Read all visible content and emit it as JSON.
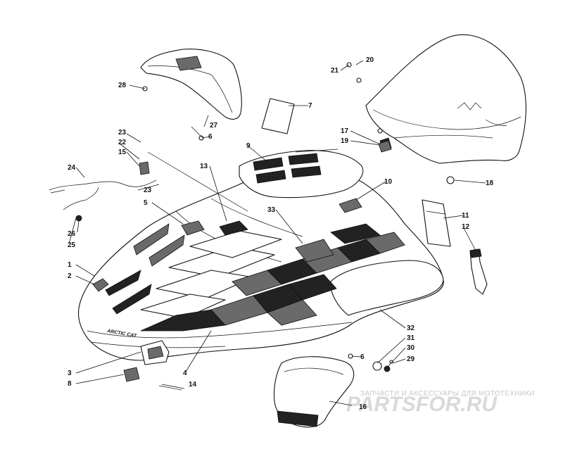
{
  "diagram": {
    "callouts": [
      {
        "id": "c1",
        "label": "1"
      },
      {
        "id": "c2",
        "label": "2"
      },
      {
        "id": "c3",
        "label": "3"
      },
      {
        "id": "c4",
        "label": "4"
      },
      {
        "id": "c5",
        "label": "5"
      },
      {
        "id": "c6a",
        "label": "6"
      },
      {
        "id": "c6b",
        "label": "6"
      },
      {
        "id": "c7",
        "label": "7"
      },
      {
        "id": "c8",
        "label": "8"
      },
      {
        "id": "c9",
        "label": "9"
      },
      {
        "id": "c10",
        "label": "10"
      },
      {
        "id": "c11",
        "label": "11"
      },
      {
        "id": "c12",
        "label": "12"
      },
      {
        "id": "c13",
        "label": "13"
      },
      {
        "id": "c14",
        "label": "14"
      },
      {
        "id": "c15",
        "label": "15"
      },
      {
        "id": "c16",
        "label": "16"
      },
      {
        "id": "c17",
        "label": "17"
      },
      {
        "id": "c18",
        "label": "18"
      },
      {
        "id": "c19",
        "label": "19"
      },
      {
        "id": "c20",
        "label": "20"
      },
      {
        "id": "c21",
        "label": "21"
      },
      {
        "id": "c22",
        "label": "22"
      },
      {
        "id": "c23a",
        "label": "23"
      },
      {
        "id": "c23b",
        "label": "23"
      },
      {
        "id": "c24",
        "label": "24"
      },
      {
        "id": "c25",
        "label": "25"
      },
      {
        "id": "c26",
        "label": "26"
      },
      {
        "id": "c27",
        "label": "27"
      },
      {
        "id": "c28",
        "label": "28"
      },
      {
        "id": "c29",
        "label": "29"
      },
      {
        "id": "c30",
        "label": "30"
      },
      {
        "id": "c31",
        "label": "31"
      },
      {
        "id": "c32",
        "label": "32"
      },
      {
        "id": "c33",
        "label": "33"
      }
    ],
    "hood_brand": "ARCTIC CAT"
  },
  "watermark": {
    "tagline": "ЗАПЧАСТИ И АКСЕССУАРЫ ДЛЯ МОТОТЕХНИКИ",
    "logo": "PARTSFOR.RU"
  }
}
